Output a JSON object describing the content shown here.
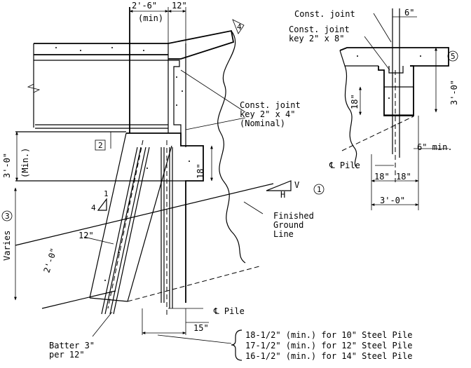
{
  "left_detail": {
    "dims": {
      "top_width": "2'-6\"",
      "top_width_note": "(min)",
      "top_right": "12\"",
      "cap_height": "3'-0\"",
      "cap_height_note": "(Min.)",
      "key_depth": "18\"",
      "pile_embed": "12\"",
      "varies": "Varies",
      "varies_depth": "2'-0\"",
      "edge_dist": "15\""
    },
    "callouts": {
      "note_2": "2",
      "note_3": "3",
      "note_4": "4",
      "note_1": "1"
    },
    "const_joint_key": [
      "Const. joint",
      "key 2\" x 4\"",
      "(Nominal)"
    ],
    "finished_ground": [
      "Finished",
      "Ground",
      "Line"
    ],
    "slope": {
      "v": "V",
      "h": "H",
      "one": "1",
      "four": "4"
    },
    "pile_label": "℄ Pile",
    "batter": [
      "Batter 3\"",
      "per 12\""
    ],
    "steel_pile_notes": [
      "18-1/2\" (min.) for 10\" Steel Pile",
      "17-1/2\" (min.) for 12\" Steel Pile",
      "16-1/2\" (min.) for 14\" Steel Pile"
    ]
  },
  "right_detail": {
    "const_joint": "Const. joint",
    "const_joint_key": [
      "Const. joint",
      "key 2\" x 8\""
    ],
    "top_dim": "6\"",
    "callout_5": "5",
    "height": "3'-0\"",
    "key_height": "18\"",
    "min_dim": "6\" min.",
    "pile_label": "℄ Pile",
    "half_widths": [
      "18\"",
      "18\""
    ],
    "total_width": "3'-0\""
  }
}
